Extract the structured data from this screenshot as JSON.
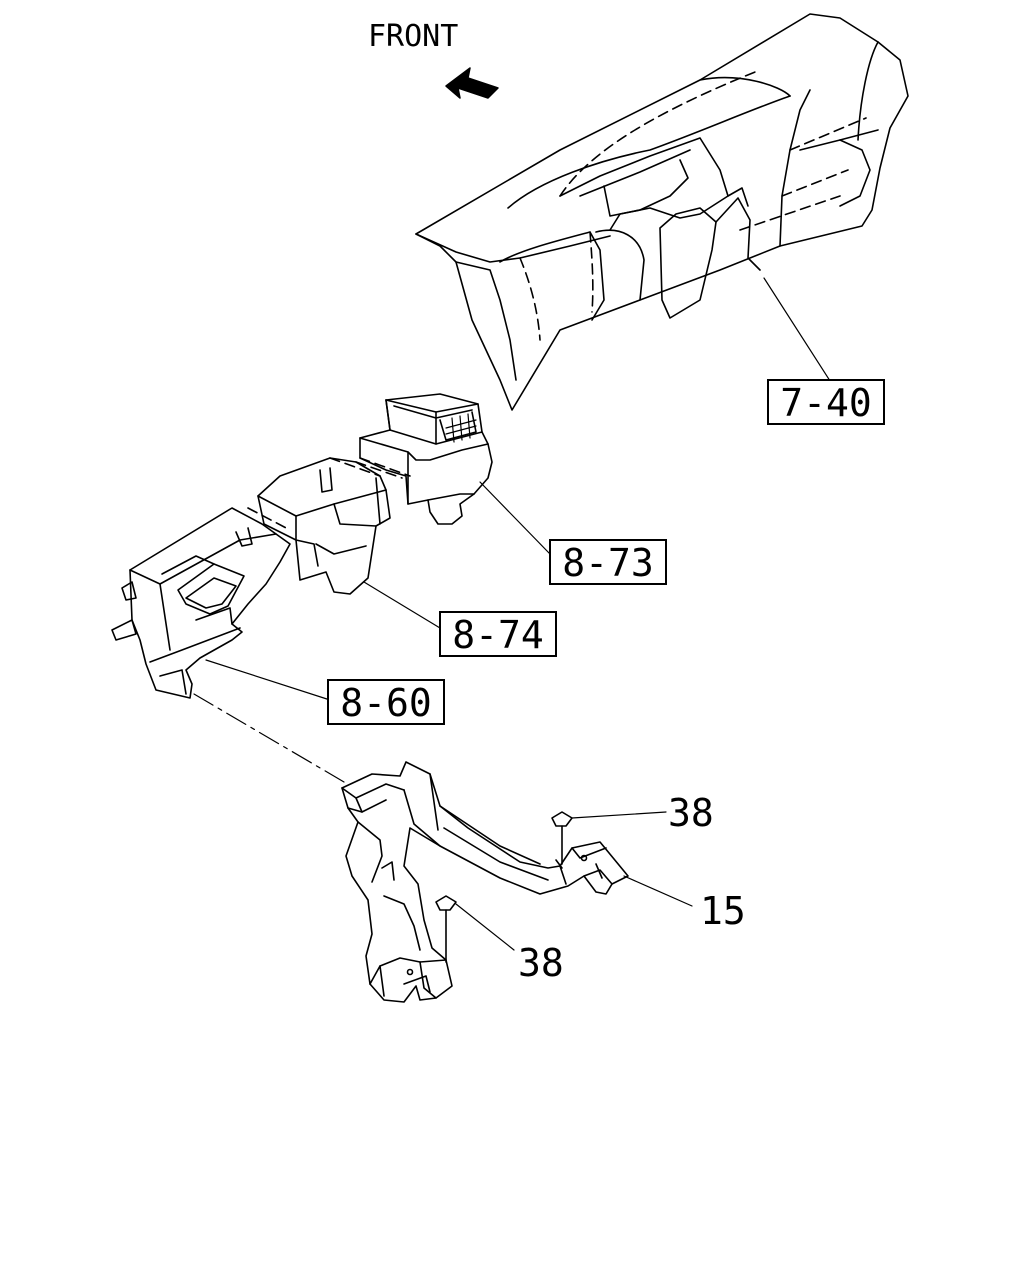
{
  "direction": {
    "label": "FRONT",
    "arrow_icon": "arrow-up-left-icon"
  },
  "callouts": {
    "dash_panel": "7-40",
    "side_duct": "8-73",
    "center_duct": "8-74",
    "duct_assembly": "8-60",
    "clip_upper": "38",
    "floor_duct": "15",
    "clip_lower": "38"
  },
  "colors": {
    "line": "#000000",
    "background": "#ffffff"
  }
}
